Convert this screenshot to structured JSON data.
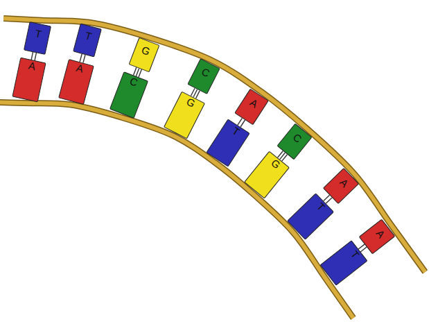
{
  "diagram": {
    "nodes": [
      {
        "text": [
          "T"
        ]
      },
      {
        "text": [
          "A"
        ]
      },
      {
        "text": [
          "T"
        ]
      },
      {
        "text": [
          "A"
        ]
      },
      {
        "text": [
          "G"
        ]
      },
      {
        "text": [
          "C"
        ]
      },
      {
        "text": [
          "C"
        ]
      },
      {
        "text": [
          "G"
        ]
      },
      {
        "text": [
          "A"
        ]
      },
      {
        "text": [
          "T"
        ]
      },
      {
        "text": [
          "C"
        ]
      },
      {
        "text": [
          "G"
        ]
      },
      {
        "text": [
          "A"
        ]
      },
      {
        "text": [
          "T"
        ]
      },
      {
        "text": [
          "A"
        ]
      },
      {
        "text": [
          "T"
        ]
      }
    ],
    "edges": [
      {
        "from": 0,
        "to": 1,
        "arrow": "none"
      },
      {
        "from": 2,
        "to": 3,
        "arrow": "none"
      },
      {
        "from": 4,
        "to": 5,
        "arrow": "none"
      },
      {
        "from": 6,
        "to": 7,
        "arrow": "none"
      },
      {
        "from": 8,
        "to": 9,
        "arrow": "none"
      },
      {
        "from": 10,
        "to": 11,
        "arrow": "none"
      },
      {
        "from": 12,
        "to": 13,
        "arrow": "none"
      },
      {
        "from": 14,
        "to": 15,
        "arrow": "none"
      }
    ]
  }
}
